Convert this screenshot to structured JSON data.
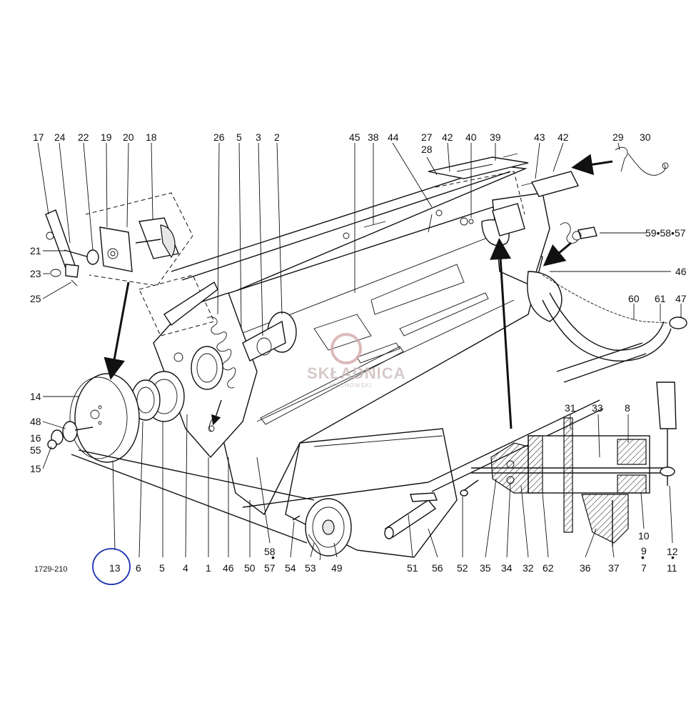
{
  "diagram": {
    "drawing_number": "1729-210",
    "watermark": {
      "brand": "SKŁADNICA",
      "sub": "MACHOWSKI"
    },
    "highlight_color": "#1a2fb0",
    "top_labels": [
      "17",
      "24",
      "22",
      "19",
      "20",
      "18",
      "26",
      "5",
      "3",
      "2",
      "45",
      "38",
      "44",
      "27",
      "28",
      "42",
      "40",
      "39",
      "43",
      "42",
      "29",
      "30"
    ],
    "right_labels": [
      "59•58•57",
      "46",
      "60",
      "61",
      "47"
    ],
    "left_labels": [
      "21",
      "23",
      "25",
      "14",
      "48",
      "16",
      "55",
      "15"
    ],
    "bottom_labels": [
      "13",
      "6",
      "5",
      "4",
      "1",
      "46",
      "50",
      "58",
      "57",
      "54",
      "53",
      "49",
      "51",
      "56",
      "52",
      "35",
      "34",
      "32",
      "62",
      "36",
      "37",
      "10",
      "9",
      "7",
      "12",
      "11"
    ],
    "section_labels": [
      "31",
      "33",
      "8"
    ]
  }
}
